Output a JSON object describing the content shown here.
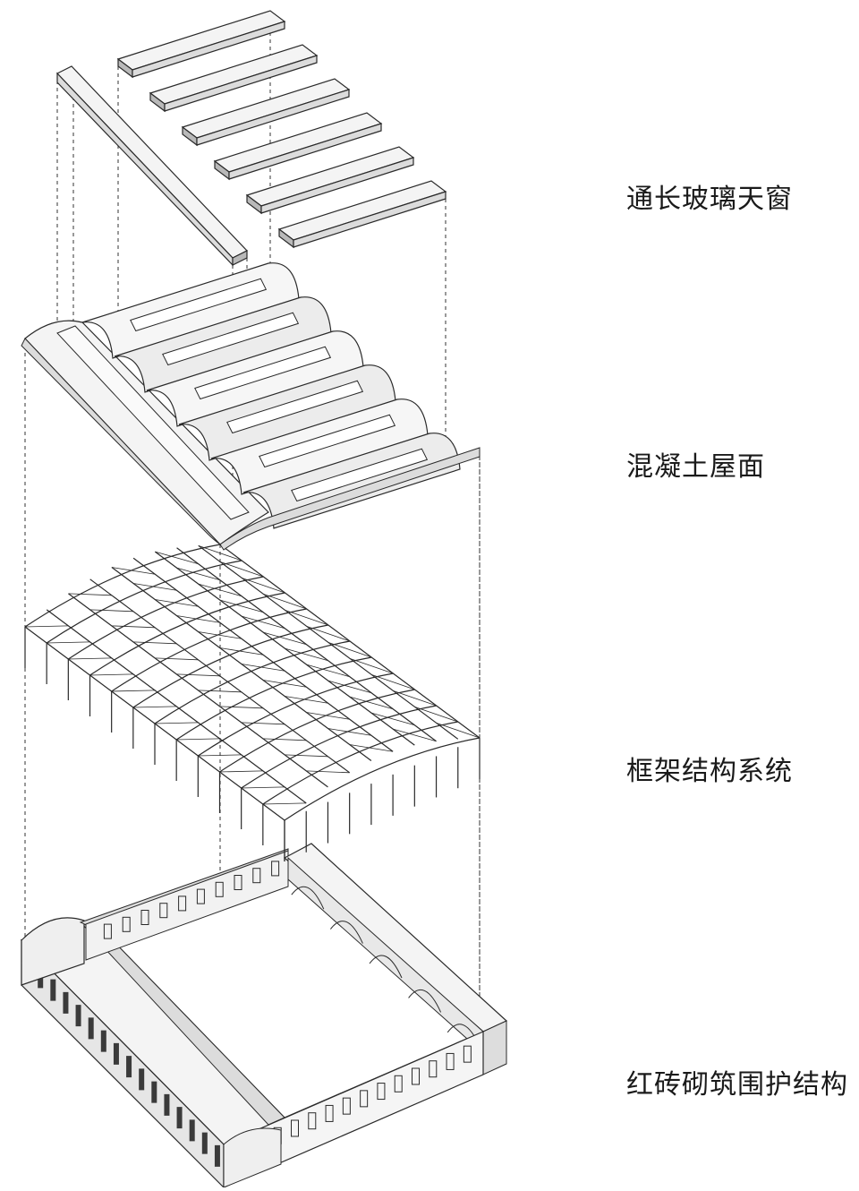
{
  "layers": [
    {
      "id": "skylight",
      "label": "通长玻璃天窗"
    },
    {
      "id": "roof",
      "label": "混凝土屋面"
    },
    {
      "id": "frame",
      "label": "框架结构系统"
    },
    {
      "id": "enclosure",
      "label": "红砖砌筑围护结构"
    }
  ],
  "colors": {
    "line": "#2a2a2a",
    "face_light": "#f4f4f4",
    "face_mid": "#dcdcdc",
    "face_dark": "#b9b9b9",
    "window": "#3a3a3a"
  }
}
